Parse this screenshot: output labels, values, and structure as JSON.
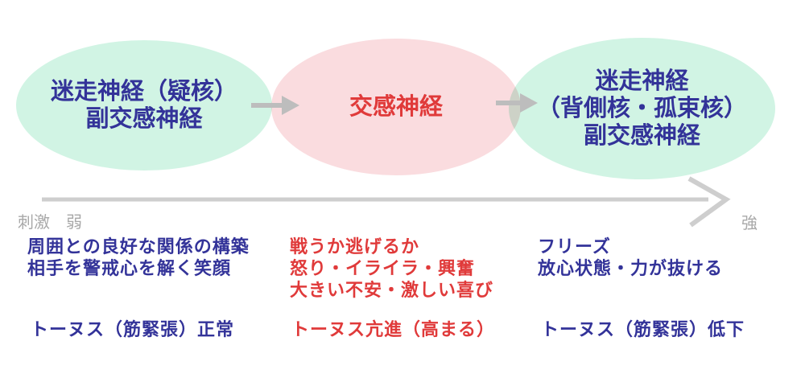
{
  "colors": {
    "ellipse_mint": "#d1f4e4",
    "ellipse_pink": "#fadcdf",
    "text_blue": "#333399",
    "text_red": "#e03a3a",
    "flow_arrow_gray": "#bdbdbd",
    "axis_arrow_gray": "#cecece",
    "axis_label_gray": "#a8a8a8"
  },
  "ellipses": [
    {
      "id": "vagus-ventral",
      "lines": [
        "迷走神経（疑核）",
        "副交感神経"
      ]
    },
    {
      "id": "sympathetic",
      "lines": [
        "交感神経"
      ]
    },
    {
      "id": "vagus-dorsal",
      "lines": [
        "迷走神経",
        "（背側核・孤束核）",
        "副交感神経"
      ]
    }
  ],
  "axis": {
    "left_label": "刺激　弱",
    "right_label": "強"
  },
  "columns": [
    {
      "lines": [
        "周囲との良好な関係の構築",
        "相手を警戒心を解く笑顔"
      ],
      "tonus": "トーヌス（筋緊張）正常"
    },
    {
      "lines": [
        "戦うか逃げるか",
        "怒り・イライラ・興奮",
        "大きい不安・激しい喜び"
      ],
      "tonus": "トーヌス亢進（高まる）"
    },
    {
      "lines": [
        "フリーズ",
        "放心状態・力が抜ける"
      ],
      "tonus": "トーヌス（筋緊張）低下"
    }
  ]
}
